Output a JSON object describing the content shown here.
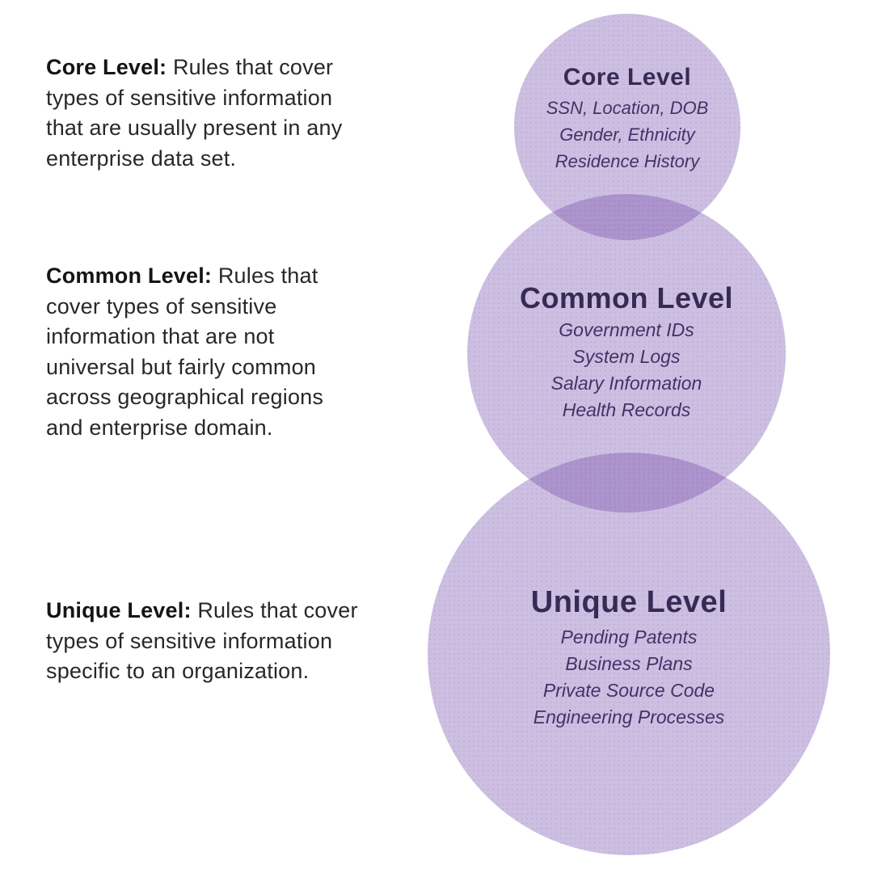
{
  "palette": {
    "background": "#ffffff",
    "circle_fill": "rgba(112,72,169,0.35)",
    "circle_overlap": "#ac96c9",
    "circle_single": "#cdbfe1",
    "title_color": "#382a56",
    "item_color": "#433268",
    "body_color": "#282828"
  },
  "descriptions": [
    {
      "label": "Core Level:",
      "text": "Rules that cover types of sensitive information that are usually present in any enterprise data set."
    },
    {
      "label": "Common Level:",
      "text": "Rules that cover types of sensitive information that are not universal but fairly common across geographical regions and enterprise domain."
    },
    {
      "label": "Unique Level:",
      "text": "Rules that cover types of sensitive information specific to an organization."
    }
  ],
  "venn": {
    "circles": [
      {
        "title": "Core Level",
        "items": [
          "SSN, Location, DOB",
          "Gender, Ethnicity",
          "Residence History"
        ]
      },
      {
        "title": "Common Level",
        "items": [
          "Government IDs",
          "System Logs",
          "Salary Information",
          "Health Records"
        ]
      },
      {
        "title": "Unique Level",
        "items": [
          "Pending Patents",
          "Business Plans",
          "Private Source Code",
          "Engineering Processes"
        ]
      }
    ]
  }
}
